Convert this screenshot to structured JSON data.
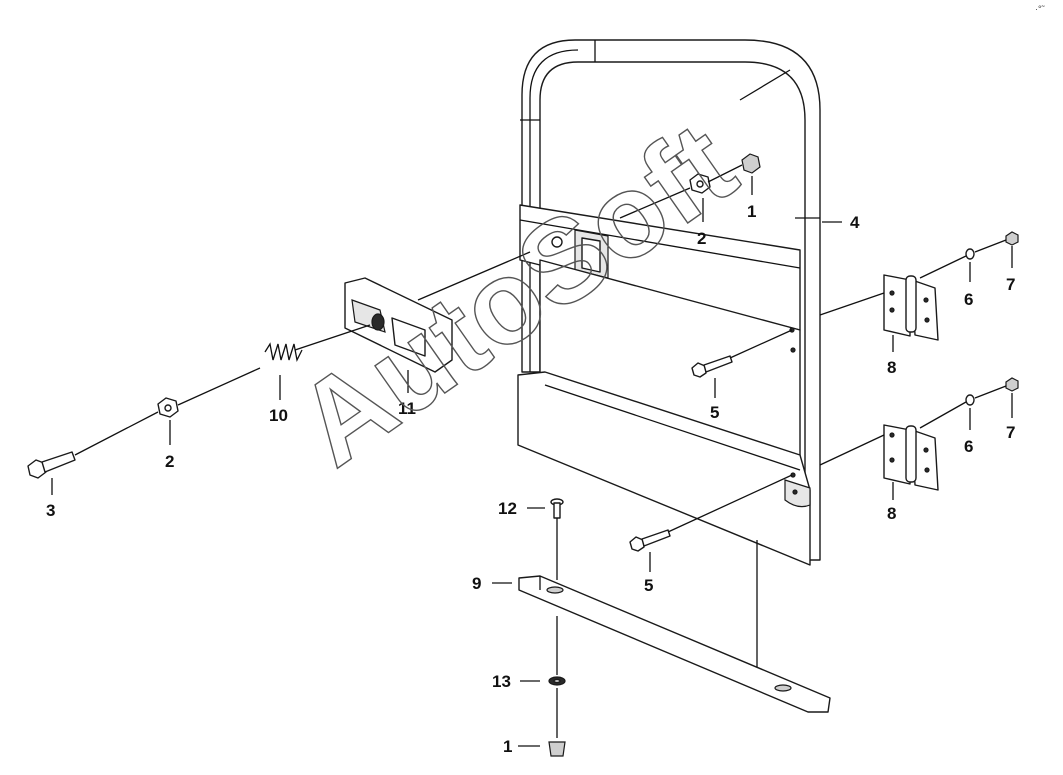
{
  "watermark": "AutoSoft",
  "corner_mark": "·°˜",
  "callouts": [
    {
      "id": "c1-top",
      "text": "1"
    },
    {
      "id": "c2-top",
      "text": "2"
    },
    {
      "id": "c4",
      "text": "4"
    },
    {
      "id": "c6-top",
      "text": "6"
    },
    {
      "id": "c7-top",
      "text": "7"
    },
    {
      "id": "c8-top",
      "text": "8"
    },
    {
      "id": "c5-top",
      "text": "5"
    },
    {
      "id": "c11",
      "text": "11"
    },
    {
      "id": "c10",
      "text": "10"
    },
    {
      "id": "c2-left",
      "text": "2"
    },
    {
      "id": "c3",
      "text": "3"
    },
    {
      "id": "c6-bot",
      "text": "6"
    },
    {
      "id": "c7-bot",
      "text": "7"
    },
    {
      "id": "c8-bot",
      "text": "8"
    },
    {
      "id": "c12",
      "text": "12"
    },
    {
      "id": "c9",
      "text": "9"
    },
    {
      "id": "c5-bot",
      "text": "5"
    },
    {
      "id": "c13",
      "text": "13"
    },
    {
      "id": "c1-bot",
      "text": "1"
    }
  ]
}
